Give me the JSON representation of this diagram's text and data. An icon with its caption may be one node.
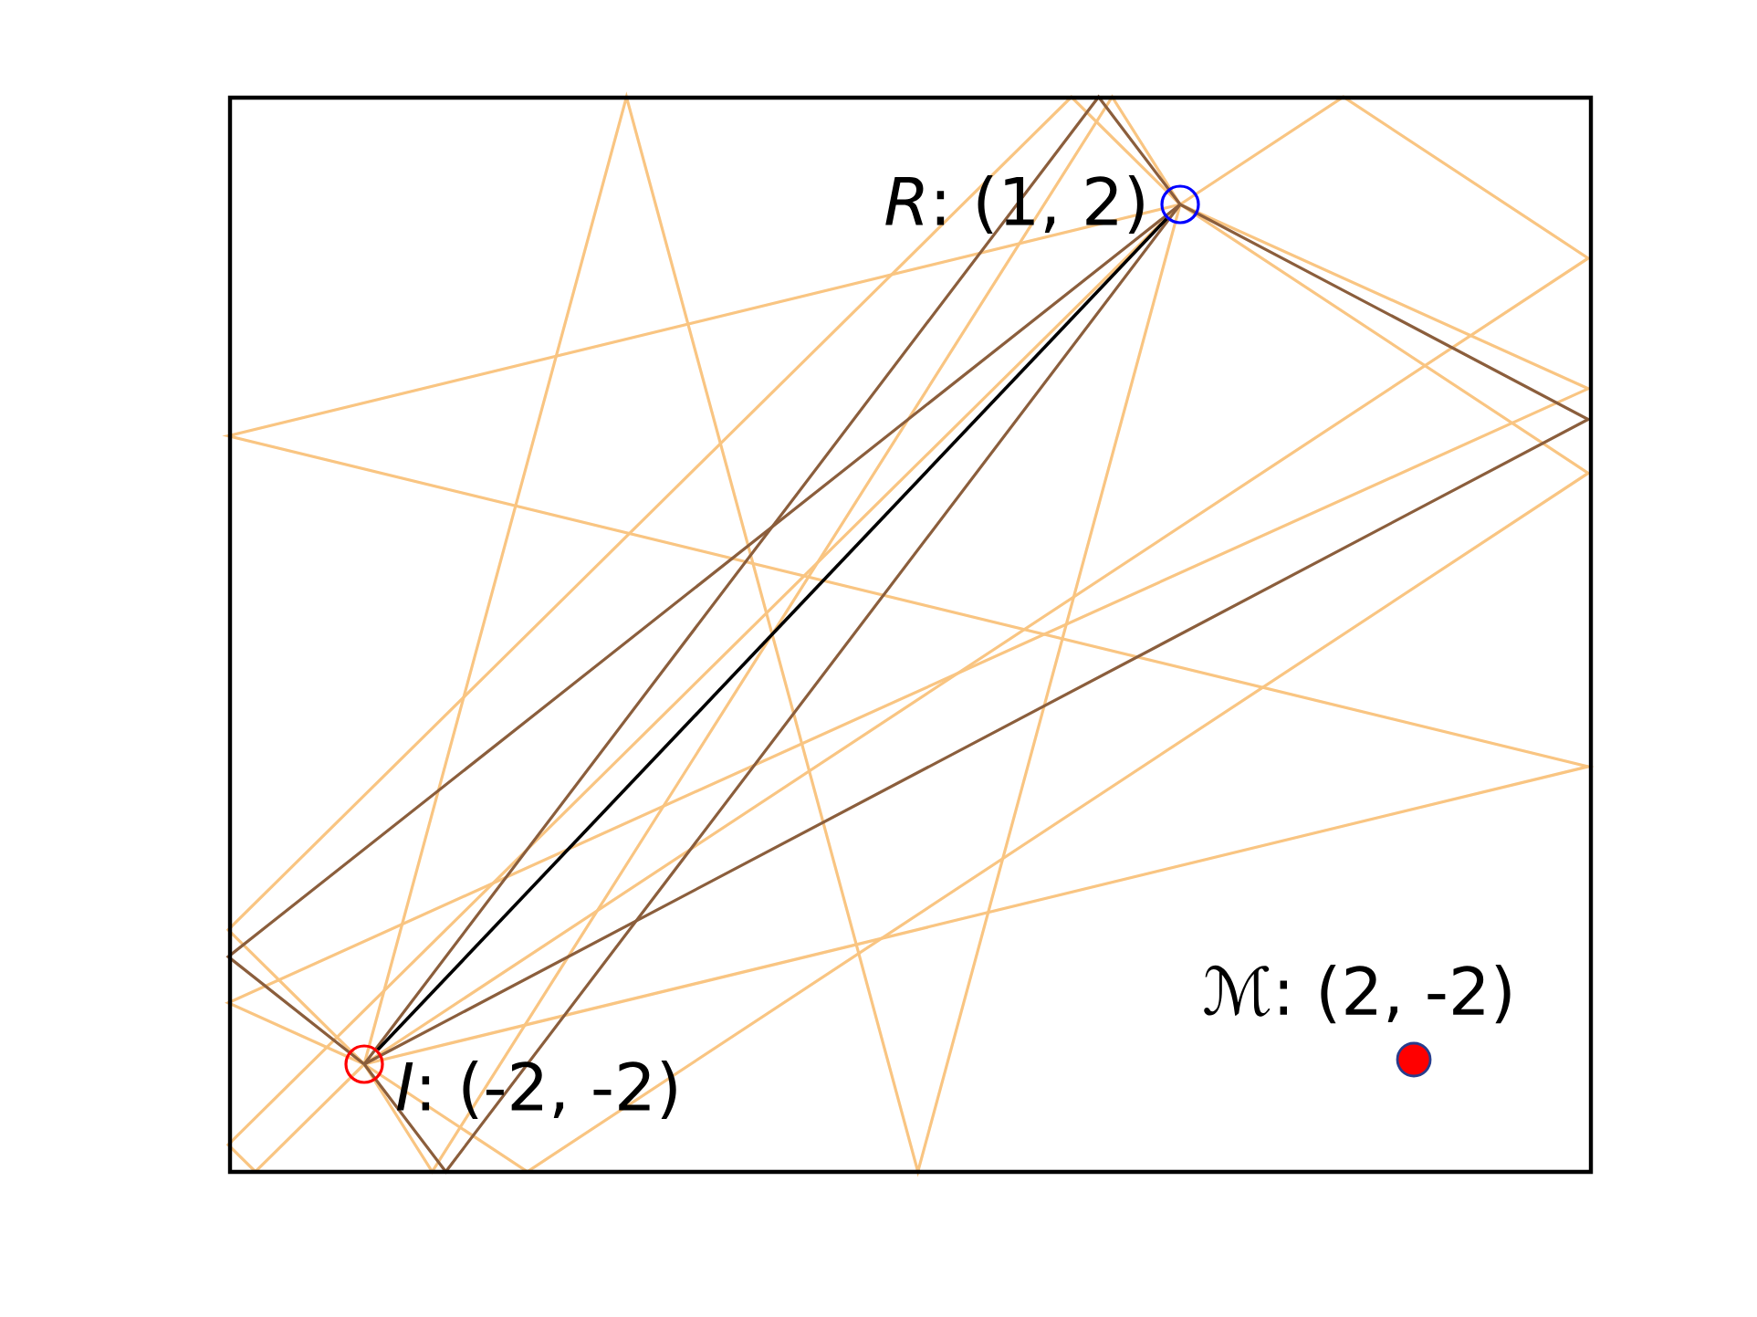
{
  "diagram": {
    "nodes": [
      {
        "text": [
          "*R*: (1, 2)"
        ]
      },
      {
        "text": [
          "*I*: (-2, -2)"
        ]
      },
      {
        "text": [
          "ℳ: (2, -2)"
        ]
      }
    ],
    "edges": [
      {
        "from": 1,
        "to": 0,
        "arrow": "none"
      }
    ]
  }
}
